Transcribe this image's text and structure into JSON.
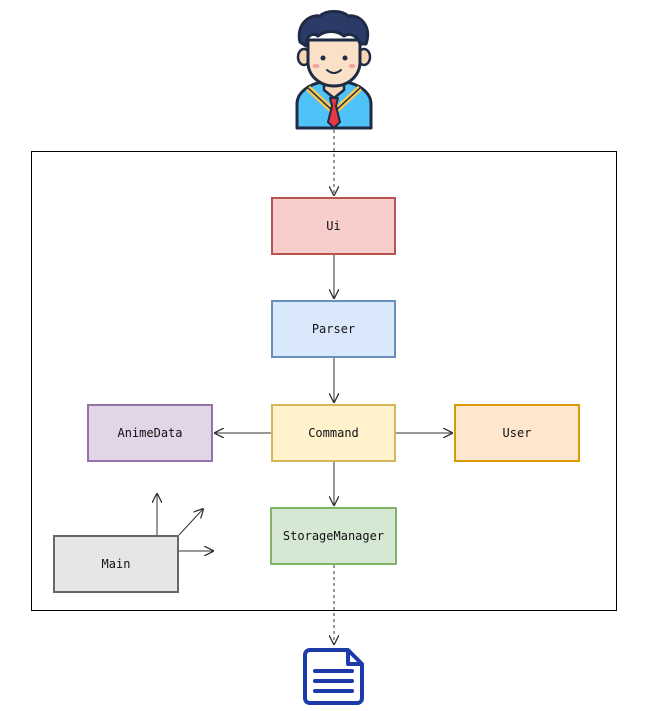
{
  "diagram": {
    "components": {
      "ui": {
        "label": "Ui",
        "fill": "#f8cecc",
        "stroke": "#b85450"
      },
      "parser": {
        "label": "Parser",
        "fill": "#dae8fc",
        "stroke": "#6c8ebf"
      },
      "command": {
        "label": "Command",
        "fill": "#fff2cc",
        "stroke": "#d6b656"
      },
      "anime_data": {
        "label": "AnimeData",
        "fill": "#e1d5e7",
        "stroke": "#9673a6"
      },
      "user": {
        "label": "User",
        "fill": "#ffe6cc",
        "stroke": "#d79b00"
      },
      "storage_manager": {
        "label": "StorageManager",
        "fill": "#d5e8d4",
        "stroke": "#82b366"
      },
      "main": {
        "label": "Main",
        "fill": "#e6e6e6",
        "stroke": "#666666"
      }
    },
    "icons": {
      "user_avatar": "user-avatar-icon",
      "document": "document-icon"
    },
    "colors": {
      "arrow": "#333333",
      "frame": "#000000",
      "icon_dark": "#1f2a44",
      "document_blue": "#1c3aa8"
    }
  }
}
